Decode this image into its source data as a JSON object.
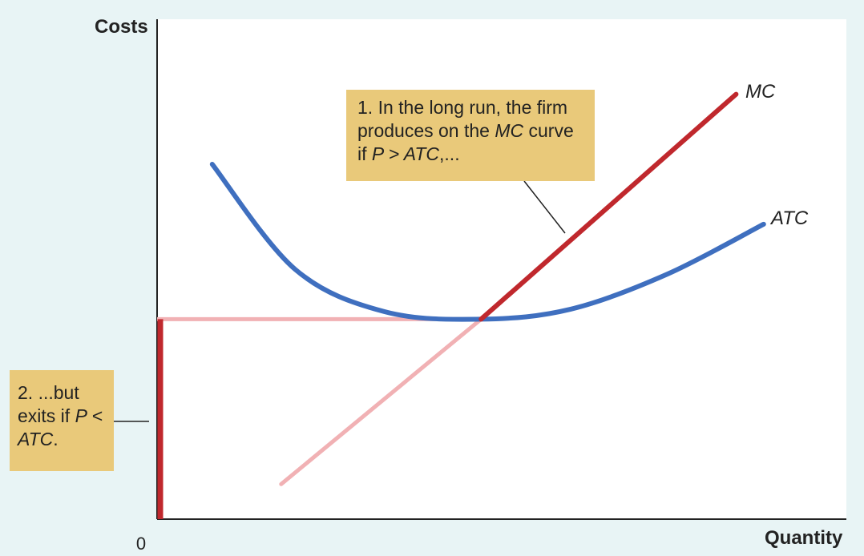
{
  "chart_data": {
    "type": "line",
    "ylabel": "Costs",
    "xlabel": "Quantity",
    "x_tick_origin": "0",
    "series": [
      {
        "name": "MC",
        "role": "marginal-cost",
        "color": "#c0282d",
        "points": [
          [
            0.18,
            0.07
          ],
          [
            0.47,
            0.4
          ],
          [
            0.84,
            0.85
          ]
        ]
      },
      {
        "name": "ATC",
        "role": "average-total-cost",
        "color": "#3f6fbf",
        "points": [
          [
            0.08,
            0.71
          ],
          [
            0.2,
            0.5
          ],
          [
            0.33,
            0.415
          ],
          [
            0.47,
            0.4
          ],
          [
            0.6,
            0.42
          ],
          [
            0.74,
            0.49
          ],
          [
            0.88,
            0.59
          ]
        ]
      }
    ],
    "min_atc": {
      "x": 0.47,
      "y": 0.4
    },
    "supply_curve": {
      "color_active": "#c0282d",
      "color_inactive": "#f1b1b4",
      "vertical_segment_x": 0
    },
    "annotations": [
      {
        "id": "long-run",
        "parts": [
          "1. In the long run, the firm produces on the ",
          "MC",
          " curve if ",
          "P > ATC",
          ",..."
        ]
      },
      {
        "id": "exit",
        "parts": [
          "2. ...but exits if ",
          "P < ATC",
          "."
        ]
      }
    ],
    "colors": {
      "background": "#e8f4f5",
      "plot_background": "#ffffff",
      "callout_fill": "#e9c97a"
    }
  }
}
